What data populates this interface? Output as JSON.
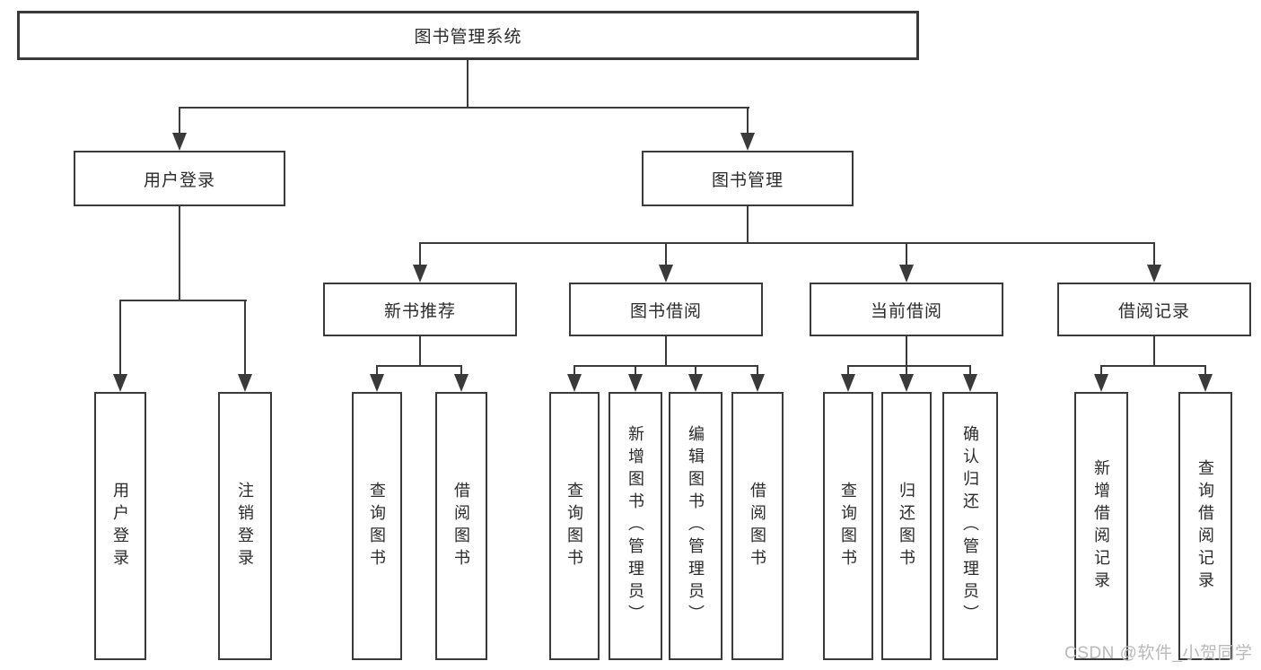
{
  "diagram": {
    "title": "图书管理系统",
    "level2": {
      "user_login": "用户登录",
      "book_mgmt": "图书管理"
    },
    "level3": {
      "new_book_rec": "新书推荐",
      "book_borrow": "图书借阅",
      "current_borrow": "当前借阅",
      "borrow_records": "借阅记录"
    },
    "leaves": {
      "login_user_login": "用户登录",
      "login_logout": "注销登录",
      "rec_query_books": "查询图书",
      "rec_borrow_books": "借阅图书",
      "bb_query_books": "查询图书",
      "bb_add_books": "新增图书（管理员）",
      "bb_edit_books": "编辑图书（管理员）",
      "bb_borrow_books": "借阅图书",
      "cb_query_books": "查询图书",
      "cb_return_books": "归还图书",
      "cb_confirm_return": "确认归还（管理员）",
      "br_add_record": "新增借阅记录",
      "br_query_record": "查询借阅记录"
    }
  },
  "watermark": {
    "text": "CSDN @软件_小贺同学",
    "color": "#b9b9b9"
  },
  "colors": {
    "line": "#3a3a3a",
    "text": "#2a2a2a",
    "background": "#ffffff"
  }
}
